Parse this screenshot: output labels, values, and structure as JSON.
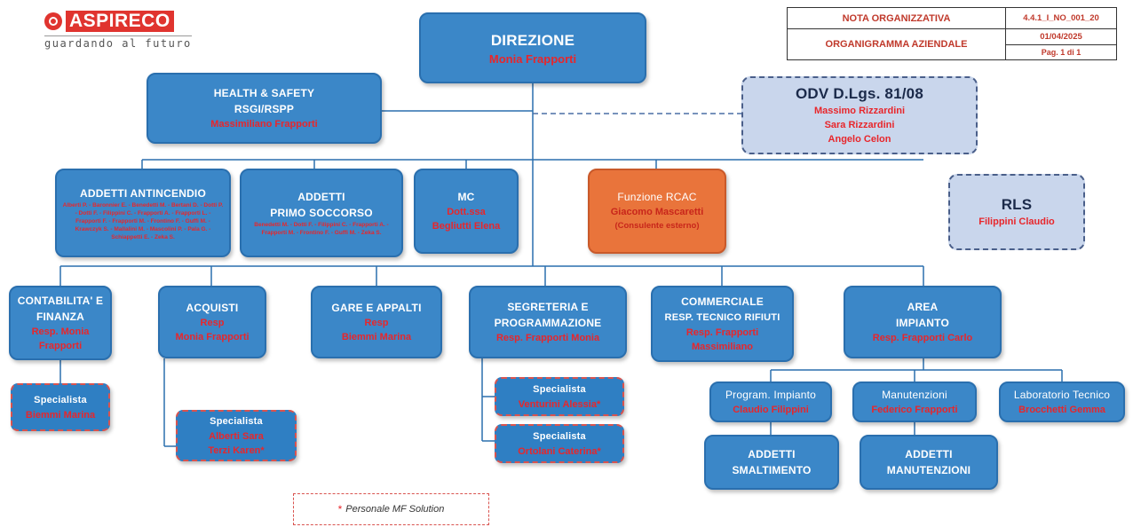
{
  "logo": {
    "name": "ASPIRECO",
    "tagline": "guardando al futuro"
  },
  "header": {
    "doc_type": "NOTA ORGANIZZATIVA",
    "code": "4.4.1_I_NO_001_20",
    "title": "ORGANIGRAMMA AZIENDALE",
    "date": "01/04/2025",
    "page": "Pag. 1 di 1"
  },
  "direzione": {
    "title": "DIREZIONE",
    "name": "Monia Frapporti"
  },
  "health_safety": {
    "title1": "HEALTH & SAFETY",
    "title2": "RSGI/RSPP",
    "name": "Massimiliano Frapporti"
  },
  "odv": {
    "title": "ODV D.Lgs. 81/08",
    "names": [
      "Massimo Rizzardini",
      "Sara Rizzardini",
      "Angelo Celon"
    ]
  },
  "rls": {
    "title": "RLS",
    "name": "Filippini Claudio"
  },
  "antincendio": {
    "title": "ADDETTI ANTINCENDIO",
    "names": "Alberti P. - Baronnier E. - Benedetti M. - Bertani D. - Dotti P. - Dotti F. - Filippini C. - Frapporti A. - Frapporti L. - Frapporti F. - Frapporti M. - Frontino F. - Guffi M. - Krawczyk S. - Mallalini M. - Mascolini P. - Pala G. - Schiappetti E. - Zeka S."
  },
  "primo_soccorso": {
    "title1": "ADDETTI",
    "title2": "PRIMO SOCCORSO",
    "names": "Benedetti M. - Dotti F. - Filippini C. - Frapporti A. - Frapporti M. - Frontino F. - Guffi M. - Zeka S."
  },
  "mc": {
    "title": "MC",
    "role": "Dott.ssa",
    "name": "Begliutti Elena"
  },
  "rcac": {
    "title": "Funzione RCAC",
    "name": "Giacomo Mascaretti",
    "note": "(Consulente esterno)"
  },
  "contabilita": {
    "title1": "CONTABILITA' E",
    "title2": "FINANZA",
    "resp1": "Resp. Monia",
    "resp2": "Frapporti"
  },
  "contabilita_spec": {
    "title": "Specialista",
    "name": "Biemmi Marina"
  },
  "acquisti": {
    "title": "ACQUISTI",
    "resp": "Resp",
    "name": "Monia Frapporti"
  },
  "acquisti_spec": {
    "title": "Specialista",
    "name1": "Alberti Sara",
    "name2": "Terzi Karen"
  },
  "gare": {
    "title": "GARE E APPALTI",
    "resp": "Resp",
    "name": "Biemmi Marina"
  },
  "segreteria": {
    "title1": "SEGRETERIA E",
    "title2": "PROGRAMMAZIONE",
    "resp": "Resp. Frapporti Monia"
  },
  "segreteria_spec1": {
    "title": "Specialista",
    "name": "Venturini Alessia"
  },
  "segreteria_spec2": {
    "title": "Specialista",
    "name": "Ortolani Caterina"
  },
  "commerciale": {
    "title1": "COMMERCIALE",
    "title2": "RESP. TECNICO RIFIUTI",
    "resp1": "Resp. Frapporti",
    "resp2": "Massimiliano"
  },
  "area_impianto": {
    "title1": "AREA",
    "title2": "IMPIANTO",
    "resp": "Resp. Frapporti Carlo"
  },
  "program_impianto": {
    "title": "Program. Impianto",
    "name": "Claudio Filippini"
  },
  "manutenzioni": {
    "title": "Manutenzioni",
    "name": "Federico Frapporti"
  },
  "laboratorio": {
    "title": "Laboratorio Tecnico",
    "name": "Brocchetti Gemma"
  },
  "smaltimento": {
    "title1": "ADDETTI",
    "title2": "SMALTIMENTO"
  },
  "add_manutenzioni": {
    "title1": "ADDETTI",
    "title2": "MANUTENZIONI"
  },
  "note": {
    "star": "*",
    "text": "Personale MF Solution"
  },
  "colors": {
    "box_blue": "#3b87c8",
    "name_red": "#e8262b",
    "rcac_orange": "#e9743b",
    "odv_light": "#c9d6ec"
  }
}
